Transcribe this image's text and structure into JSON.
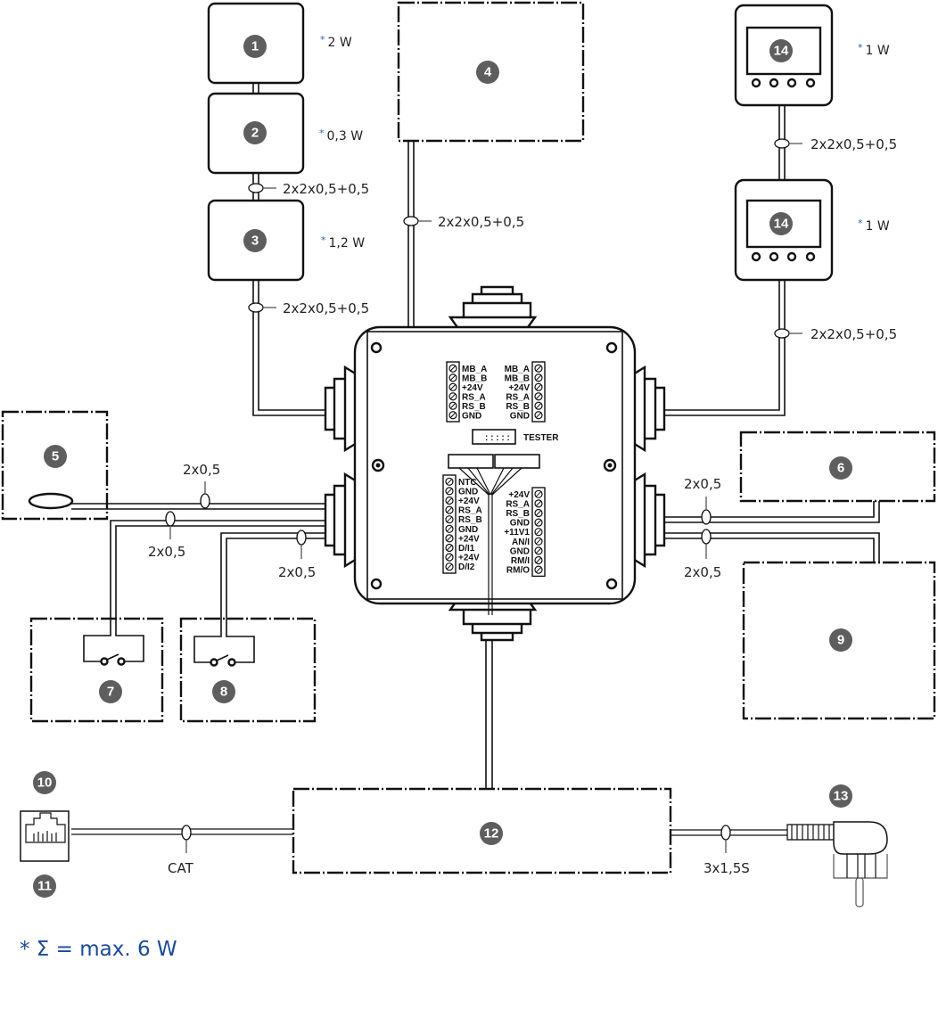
{
  "diagram": {
    "devices": [
      {
        "id": "1",
        "power": "2 W"
      },
      {
        "id": "2",
        "power": "0,3 W"
      },
      {
        "id": "3",
        "power": "1,2 W"
      },
      {
        "id": "4"
      },
      {
        "id": "5"
      },
      {
        "id": "6"
      },
      {
        "id": "7"
      },
      {
        "id": "8"
      },
      {
        "id": "9"
      },
      {
        "id": "10"
      },
      {
        "id": "11"
      },
      {
        "id": "12"
      },
      {
        "id": "13"
      },
      {
        "id": "14",
        "power": "1 W",
        "instance": "upper"
      },
      {
        "id": "14",
        "power": "1 W",
        "instance": "lower"
      }
    ],
    "power_marker": "*",
    "cables": {
      "c_2_3": "2x2x0,5+0,5",
      "c_3_box": "2x2x0,5+0,5",
      "c_4_box": "2x2x0,5+0,5",
      "c_14_14": "2x2x0,5+0,5",
      "c_14_box": "2x2x0,5+0,5",
      "c_5": "2x0,5",
      "c_7": "2x0,5",
      "c_8": "2x0,5",
      "c_6": "2x0,5",
      "c_9": "2x0,5",
      "c_cat": "CAT",
      "c_mains": "3x1,5S"
    },
    "terminals": {
      "top_left": [
        "MB_A",
        "MB_B",
        "+24V",
        "RS_A",
        "RS_B",
        "GND"
      ],
      "top_right": [
        "MB_A",
        "MB_B",
        "+24V",
        "RS_A",
        "RS_B",
        "GND"
      ],
      "tester": "TESTER",
      "bottom_left": [
        "NTC",
        "GND",
        "+24V",
        "RS_A",
        "RS_B",
        "GND",
        "+24V",
        "D/I1",
        "+24V",
        "D/I2"
      ],
      "bottom_right": [
        "+24V",
        "RS_A",
        "RS_B",
        "GND",
        "+11V1",
        "AN/I",
        "GND",
        "RM/I",
        "RM/O"
      ]
    },
    "footnote": "* Σ = max. 6 W"
  }
}
